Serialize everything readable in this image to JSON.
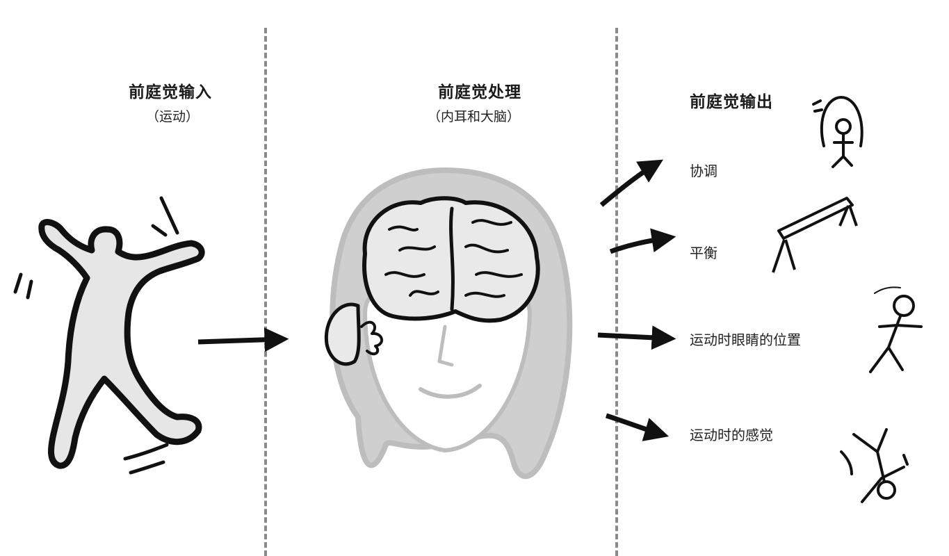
{
  "input": {
    "title": "前庭觉输入",
    "subtitle": "（运动）"
  },
  "processing": {
    "title": "前庭觉处理",
    "subtitle": "（内耳和大脑）"
  },
  "output": {
    "title": "前庭觉输出",
    "items": [
      {
        "label": "协调"
      },
      {
        "label": "平衡"
      },
      {
        "label": "运动时眼睛的位置"
      },
      {
        "label": "运动时的感觉"
      }
    ]
  },
  "colors": {
    "line": "#111111",
    "fill": "#e6e6e6",
    "hair": "#bdbdbd",
    "divider": "#8a8a8a"
  }
}
